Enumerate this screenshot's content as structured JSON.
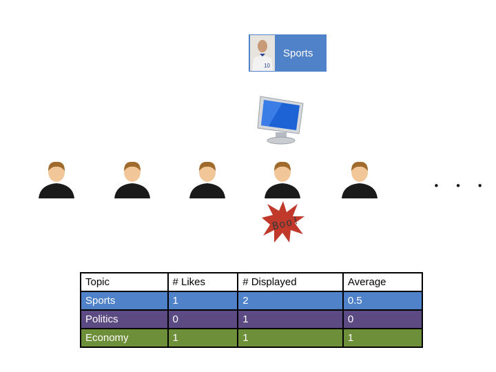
{
  "topic_card": {
    "label": "Sports",
    "color": "#4f82c9",
    "image_icon": "player-photo-icon"
  },
  "display_icon": "monitor-icon",
  "users": [
    {
      "icon": "user-icon"
    },
    {
      "icon": "user-icon"
    },
    {
      "icon": "user-icon"
    },
    {
      "icon": "user-icon"
    },
    {
      "icon": "user-icon"
    }
  ],
  "more_indicator": ". . .",
  "reaction": {
    "text": "Boo!",
    "color": "#c0392b",
    "icon": "explosion-burst-icon"
  },
  "table": {
    "headers": [
      "Topic",
      "# Likes",
      "# Displayed",
      "Average"
    ],
    "rows": [
      {
        "cells": [
          "Sports",
          "1",
          "2",
          "0.5"
        ],
        "color": "#4f82c9"
      },
      {
        "cells": [
          "Politics",
          "0",
          "1",
          "0"
        ],
        "color": "#5c4a82"
      },
      {
        "cells": [
          "Economy",
          "1",
          "1",
          "1"
        ],
        "color": "#6e8f3a"
      }
    ]
  }
}
